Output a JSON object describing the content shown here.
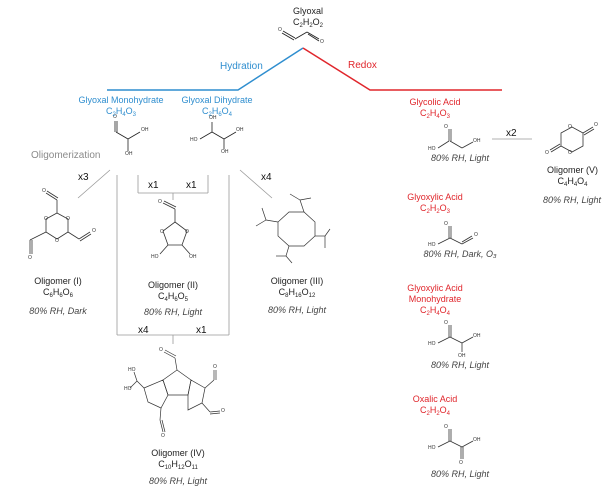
{
  "start": {
    "name": "Glyoxal",
    "formula": [
      "C",
      "2",
      "H",
      "2",
      "O",
      "2"
    ]
  },
  "pathways": {
    "hydration": {
      "label": "Hydration",
      "color": "#2f8ecf"
    },
    "redox": {
      "label": "Redox",
      "color": "#e0262c"
    },
    "oligomerization": {
      "label": "Oligomerization",
      "color": "#8a8a8a"
    }
  },
  "hydration_products": [
    {
      "name": "Glyoxal Monohydrate",
      "formula": [
        "C",
        "2",
        "H",
        "4",
        "O",
        "3"
      ]
    },
    {
      "name": "Glyoxal Dihydrate",
      "formula": [
        "C",
        "2",
        "H",
        "6",
        "O",
        "4"
      ]
    }
  ],
  "oligomers": [
    {
      "name": "Oligomer (I)",
      "formula": [
        "C",
        "6",
        "H",
        "6",
        "O",
        "6"
      ],
      "condition": "80% RH, Dark",
      "multiplier": "x3"
    },
    {
      "name": "Oligomer (II)",
      "formula": [
        "C",
        "4",
        "H",
        "6",
        "O",
        "5"
      ],
      "condition": "80% RH, Light",
      "multipliers": [
        "x1",
        "x1"
      ]
    },
    {
      "name": "Oligomer (III)",
      "formula": [
        "C",
        "8",
        "H",
        "16",
        "O",
        "12"
      ],
      "condition": "80% RH, Light",
      "multiplier": "x4"
    },
    {
      "name": "Oligomer (IV)",
      "formula": [
        "C",
        "10",
        "H",
        "12",
        "O",
        "11"
      ],
      "condition": "80% RH, Light",
      "multipliers": [
        "x4",
        "x1"
      ]
    },
    {
      "name": "Oligomer (V)",
      "formula": [
        "C",
        "4",
        "H",
        "4",
        "O",
        "4"
      ],
      "condition": "80% RH, Light",
      "multiplier": "x2"
    }
  ],
  "redox_products": [
    {
      "name": "Glycolic Acid",
      "formula": [
        "C",
        "2",
        "H",
        "4",
        "O",
        "3"
      ],
      "condition": "80% RH, Light"
    },
    {
      "name": "Glyoxylic Acid",
      "formula": [
        "C",
        "2",
        "H",
        "2",
        "O",
        "3"
      ],
      "condition": "80% RH, Dark, O₃"
    },
    {
      "name": "Glyoxylic Acid Monohydrate",
      "name_lines": [
        "Glyoxylic Acid",
        "Monohydrate"
      ],
      "formula": [
        "C",
        "2",
        "H",
        "4",
        "O",
        "4"
      ],
      "condition": "80% RH, Light"
    },
    {
      "name": "Oxalic Acid",
      "formula": [
        "C",
        "2",
        "H",
        "2",
        "O",
        "4"
      ],
      "condition": "80% RH, Light"
    }
  ],
  "atom_labels": {
    "oxygen": "O",
    "hydroxyl": "OH",
    "hydroxyl_left": "HO"
  }
}
